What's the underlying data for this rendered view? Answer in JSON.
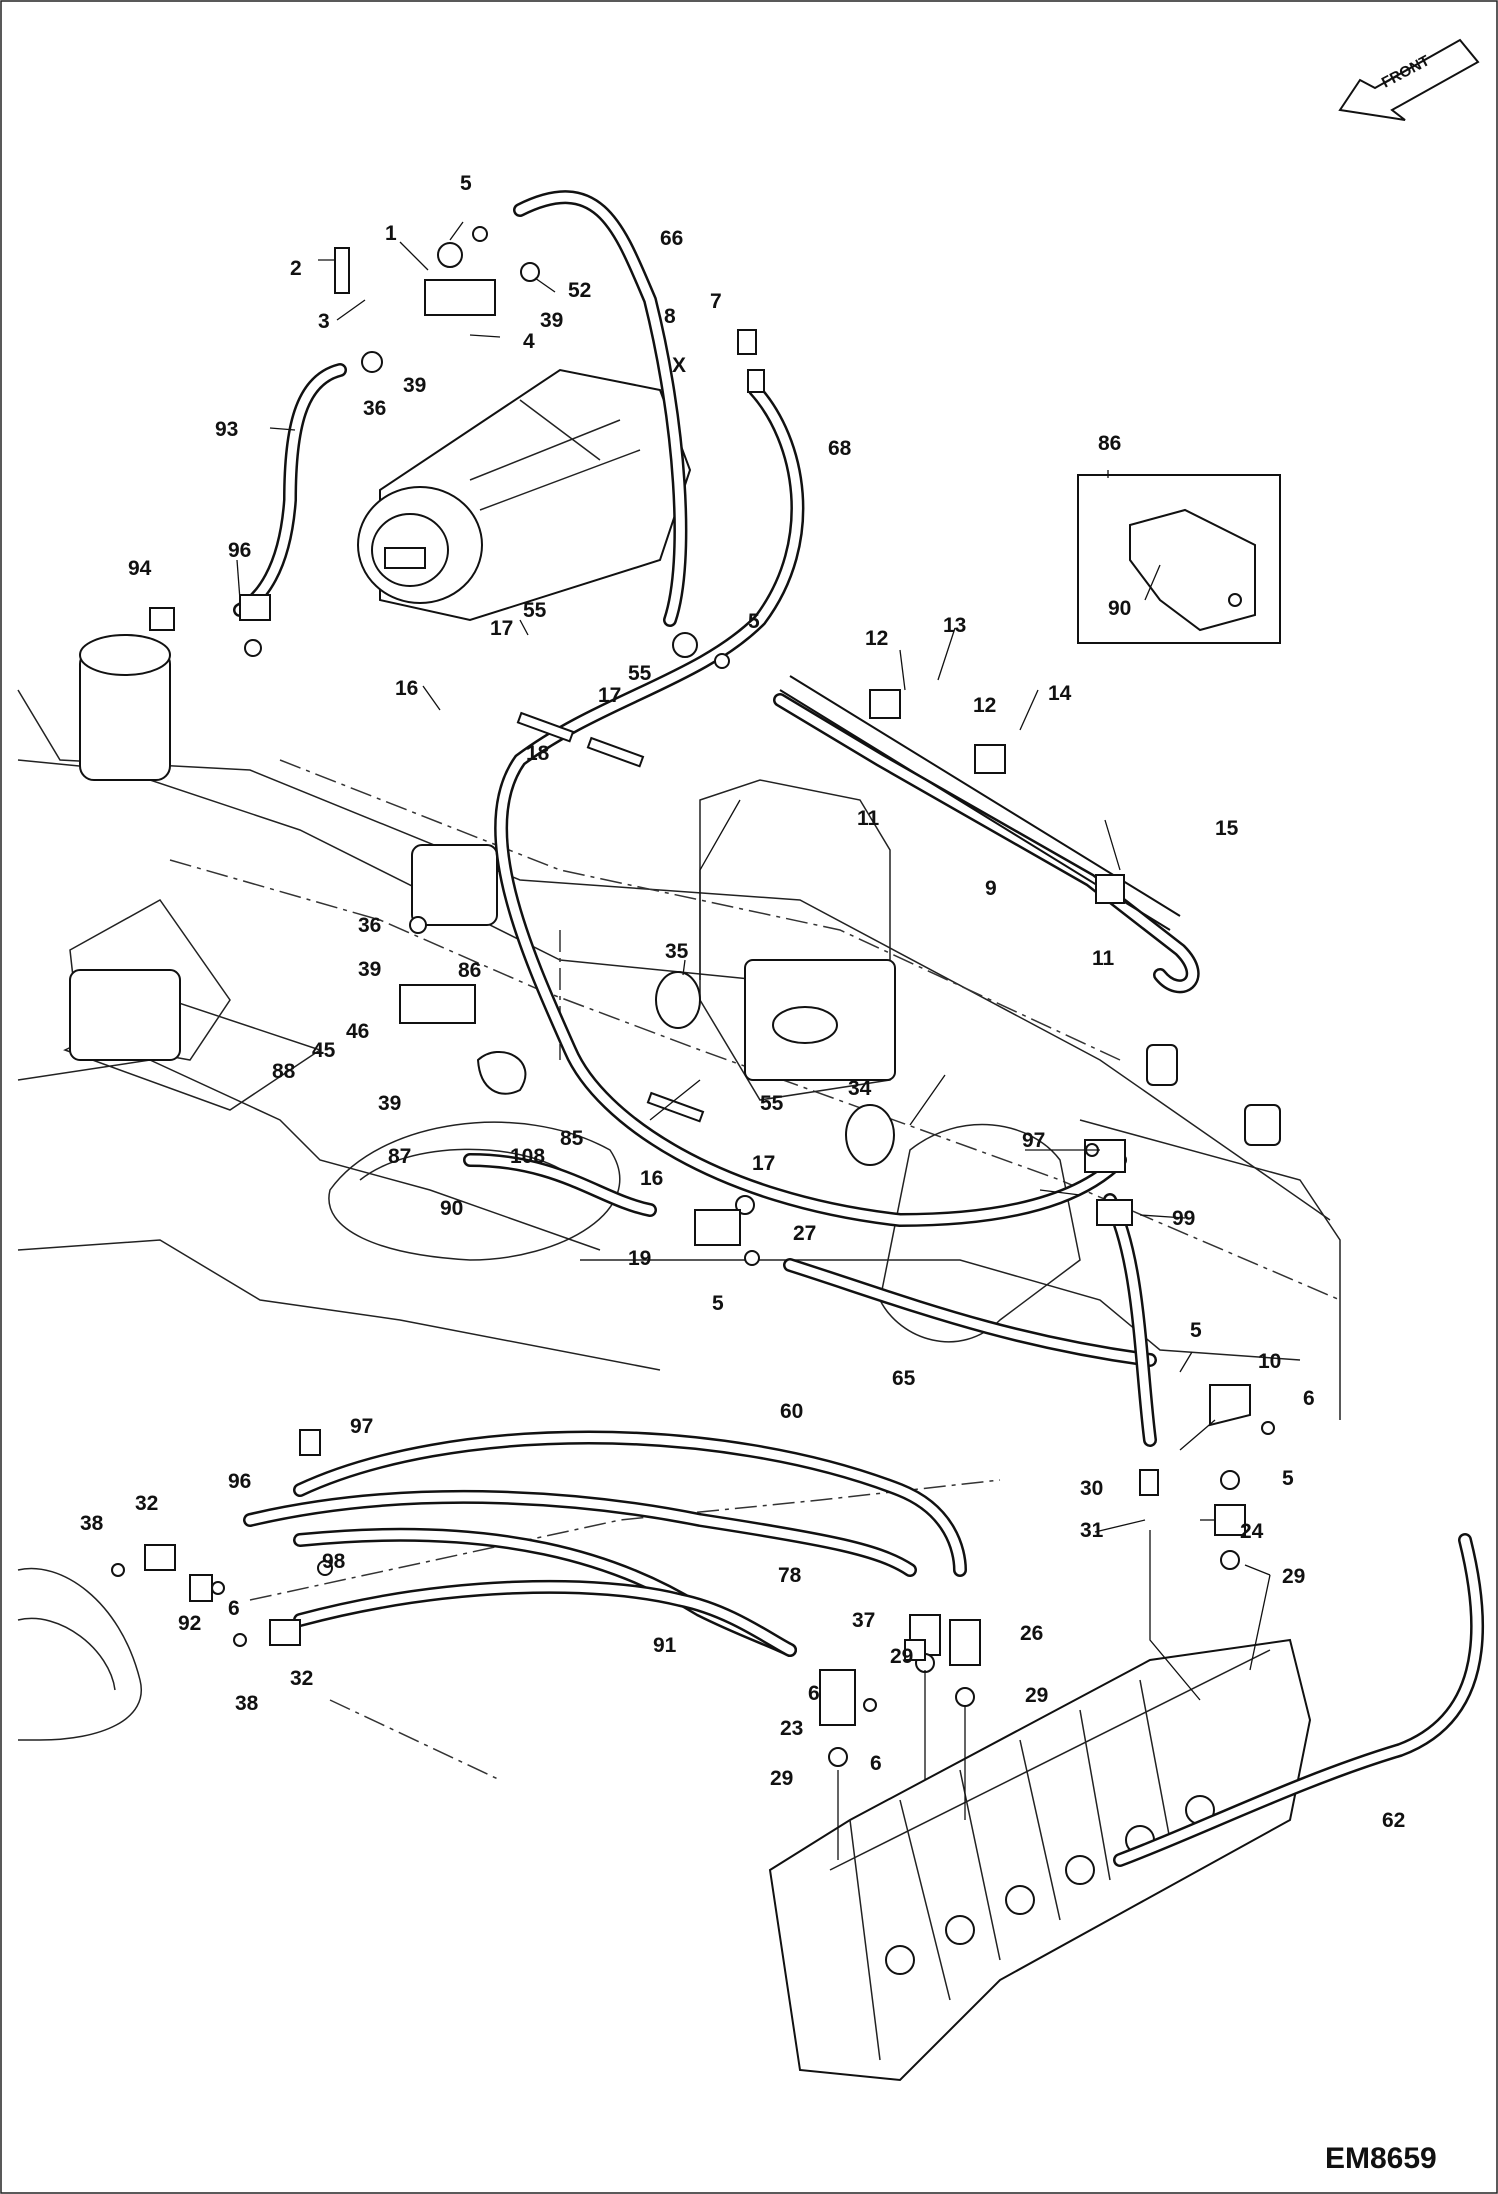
{
  "front_arrow": {
    "text": "FRONT"
  },
  "drawing_code": "EM8659",
  "x_marker": "X",
  "callouts": [
    "1",
    "2",
    "3",
    "4",
    "5",
    "5",
    "5",
    "5",
    "5",
    "6",
    "6",
    "6",
    "6",
    "7",
    "8",
    "9",
    "10",
    "11",
    "11",
    "12",
    "12",
    "13",
    "14",
    "15",
    "16",
    "16",
    "17",
    "17",
    "17",
    "18",
    "19",
    "23",
    "24",
    "26",
    "27",
    "29",
    "29",
    "29",
    "29",
    "30",
    "31",
    "32",
    "32",
    "34",
    "35",
    "36",
    "36",
    "37",
    "38",
    "38",
    "39",
    "39",
    "39",
    "39",
    "45",
    "46",
    "52",
    "55",
    "55",
    "55",
    "60",
    "62",
    "65",
    "66",
    "68",
    "78",
    "85",
    "86",
    "86",
    "87",
    "88",
    "90",
    "90",
    "91",
    "92",
    "93",
    "94",
    "96",
    "96",
    "97",
    "97",
    "98",
    "99",
    "108"
  ]
}
